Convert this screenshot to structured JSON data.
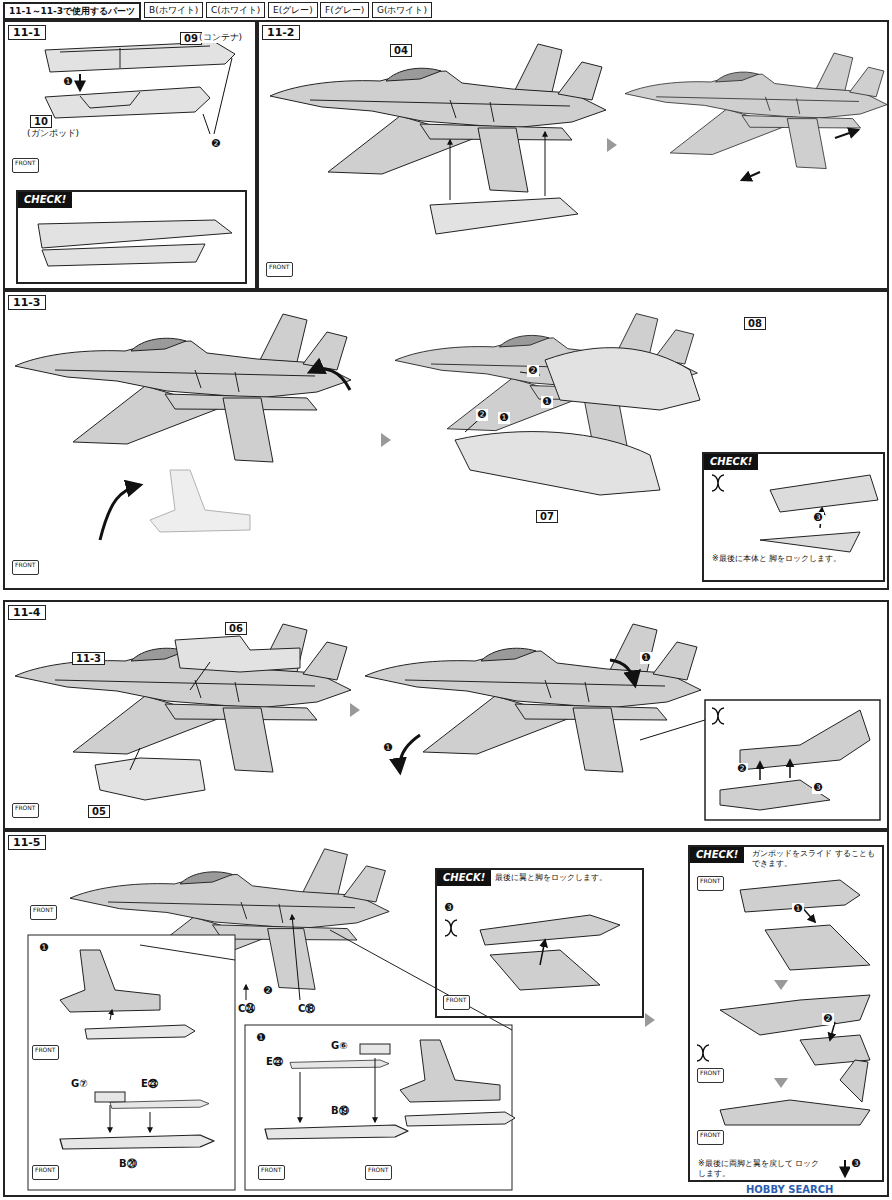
{
  "diagram": {
    "nodes": [
      {
        "text": [
          "11-1～11-3で使用するパーツ"
        ]
      },
      {
        "text": [
          "B(ホワイト)"
        ]
      },
      {
        "text": [
          "C(ホワイト)"
        ]
      },
      {
        "text": [
          "E(グレー)"
        ]
      },
      {
        "text": [
          "F(グレー)"
        ]
      },
      {
        "text": [
          "G(ホワイト)"
        ]
      },
      {
        "text": [
          "11-1"
        ]
      },
      {
        "text": [
          "CHECK!"
        ],
        "in": 6
      },
      {
        "text": [
          "11-2"
        ]
      },
      {
        "text": [
          "11-3"
        ]
      },
      {
        "text": [
          "CHECK!",
          "※最後に本体と 脚をロックします。"
        ],
        "in": 9
      },
      {
        "text": [
          "11-4"
        ]
      },
      {
        "text": [
          "11-5"
        ]
      },
      {
        "text": [
          "CHECK!",
          "最後に翼と脚をロックします。"
        ],
        "in": 12
      },
      {
        "text": [
          "CHECK!",
          "ガンポッドをスライド することもできます。",
          "※最後に両脚と翼を戻して ロックします。"
        ],
        "in": 12
      }
    ],
    "labels": [
      "09",
      "(コンテナ)",
      "❶",
      "10",
      "(ガンポッド)",
      "❷",
      "FRONT",
      "FRONT",
      "04",
      "FRONT",
      "❷",
      "❶",
      "❷",
      "❶",
      "08",
      "07",
      "❸",
      "11-3",
      "06",
      "05",
      "FRONT",
      "❶",
      "❶",
      "❷",
      "❸",
      "FRONT",
      "❶",
      "FRONT",
      "G⑦",
      "E㉓",
      "B⑳",
      "FRONT",
      "❷",
      "C㉔",
      "C⑱",
      "❶",
      "G⑥",
      "E㉓",
      "B⑲",
      "FRONT",
      "FRONT",
      "❸",
      "FRONT",
      "FRONT",
      "❶",
      "FRONT",
      "❷",
      "FRONT",
      "❸",
      "HOBBY SEARCH"
    ]
  }
}
